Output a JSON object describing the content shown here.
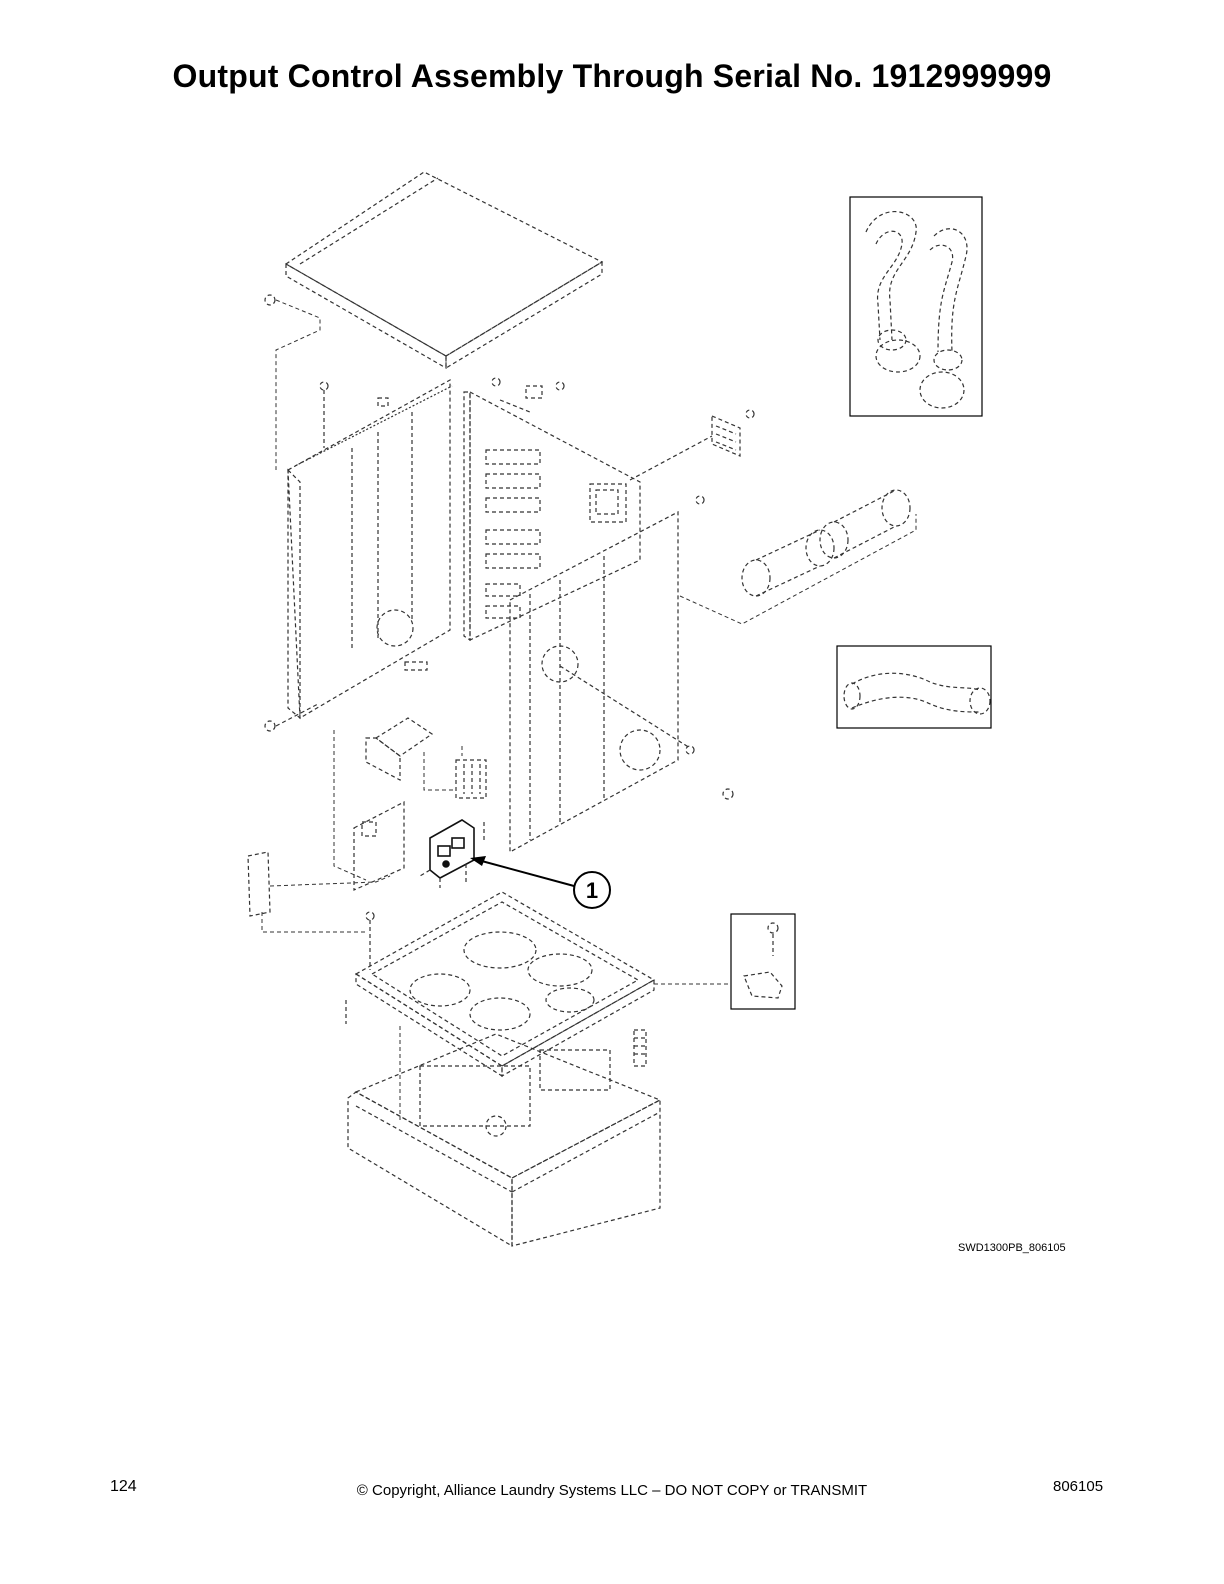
{
  "page": {
    "title": "Output Control Assembly Through Serial No. 1912999999",
    "drawing_code": "SWD1300PB_806105",
    "callout_number": "1",
    "footer": {
      "page_number": "124",
      "copyright": "© Copyright, Alliance Laundry Systems LLC – DO NOT COPY or TRANSMIT",
      "doc_number": "806105"
    }
  }
}
